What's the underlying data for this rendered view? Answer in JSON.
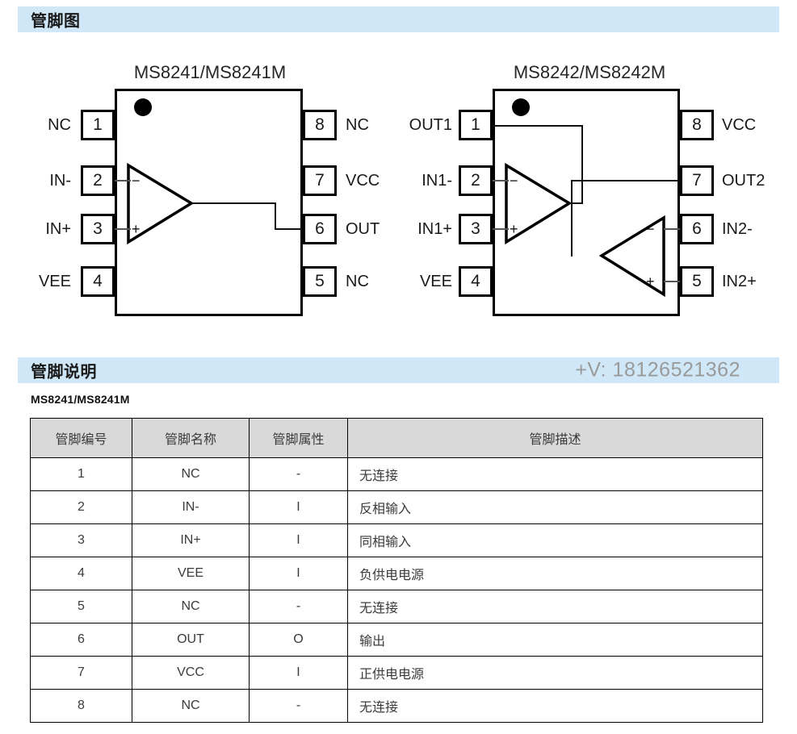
{
  "sections": {
    "pinout": {
      "title": "管脚图"
    },
    "pindesc": {
      "title": "管脚说明",
      "watermark": "+V: 18126521362"
    }
  },
  "diagrams": [
    {
      "id": "ic1",
      "title": "MS8241/MS8241M",
      "marker": "pin1-dot",
      "left_pins": [
        {
          "num": "1",
          "label": "NC"
        },
        {
          "num": "2",
          "label": "IN-"
        },
        {
          "num": "3",
          "label": "IN+"
        },
        {
          "num": "4",
          "label": "VEE"
        }
      ],
      "right_pins": [
        {
          "num": "8",
          "label": "NC"
        },
        {
          "num": "7",
          "label": "VCC"
        },
        {
          "num": "6",
          "label": "OUT"
        },
        {
          "num": "5",
          "label": "NC"
        }
      ],
      "opamps": [
        {
          "minus": "−",
          "plus": "+"
        }
      ]
    },
    {
      "id": "ic2",
      "title": "MS8242/MS8242M",
      "marker": "pin1-dot",
      "left_pins": [
        {
          "num": "1",
          "label": "OUT1"
        },
        {
          "num": "2",
          "label": "IN1-"
        },
        {
          "num": "3",
          "label": "IN1+"
        },
        {
          "num": "4",
          "label": "VEE"
        }
      ],
      "right_pins": [
        {
          "num": "8",
          "label": "VCC"
        },
        {
          "num": "7",
          "label": "OUT2"
        },
        {
          "num": "6",
          "label": "IN2-"
        },
        {
          "num": "5",
          "label": "IN2+"
        }
      ],
      "opamps": [
        {
          "minus": "−",
          "plus": "+"
        },
        {
          "minus": "−",
          "plus": "+"
        }
      ]
    }
  ],
  "table": {
    "subtitle": "MS8241/MS8241M",
    "headers": [
      "管脚编号",
      "管脚名称",
      "管脚属性",
      "管脚描述"
    ],
    "rows": [
      {
        "num": "1",
        "name": "NC",
        "attr": "-",
        "desc": "无连接"
      },
      {
        "num": "2",
        "name": "IN-",
        "attr": "I",
        "desc": "反相输入"
      },
      {
        "num": "3",
        "name": "IN+",
        "attr": "I",
        "desc": "同相输入"
      },
      {
        "num": "4",
        "name": "VEE",
        "attr": "I",
        "desc": "负供电电源"
      },
      {
        "num": "5",
        "name": "NC",
        "attr": "-",
        "desc": "无连接"
      },
      {
        "num": "6",
        "name": "OUT",
        "attr": "O",
        "desc": "输出"
      },
      {
        "num": "7",
        "name": "VCC",
        "attr": "I",
        "desc": "正供电电源"
      },
      {
        "num": "8",
        "name": "NC",
        "attr": "-",
        "desc": "无连接"
      }
    ]
  },
  "colors": {
    "banner_bg": "#cfe7f7",
    "table_header_bg": "#d9d9d9",
    "watermark": "#9a9a9a",
    "line": "#000000"
  }
}
